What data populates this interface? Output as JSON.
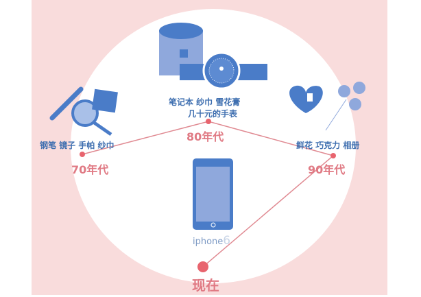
{
  "colors": {
    "background": "#f9dcdc",
    "circle": "#ffffff",
    "line": "#e08a92",
    "dot": "#e8646e",
    "icon": "#4a7cc8",
    "text": "#3f6fb0"
  },
  "eras": [
    {
      "label": "70年代",
      "items": "钢笔 镜子 手帕 纱巾",
      "icons": [
        "pen-icon",
        "mirror-icon",
        "notebook-icon"
      ]
    },
    {
      "label": "80年代",
      "items_line1": "笔记本 纱巾 雪花膏",
      "items_line2": "几十元的手表",
      "icons": [
        "cream-jar-icon",
        "watch-icon"
      ]
    },
    {
      "label": "90年代",
      "items": "鲜花 巧克力 相册",
      "icons": [
        "heart-chocolate-icon",
        "flowers-icon"
      ]
    },
    {
      "label": "现在",
      "items": "iphone",
      "items_suffix": "6",
      "icons": [
        "phone-icon"
      ]
    }
  ]
}
